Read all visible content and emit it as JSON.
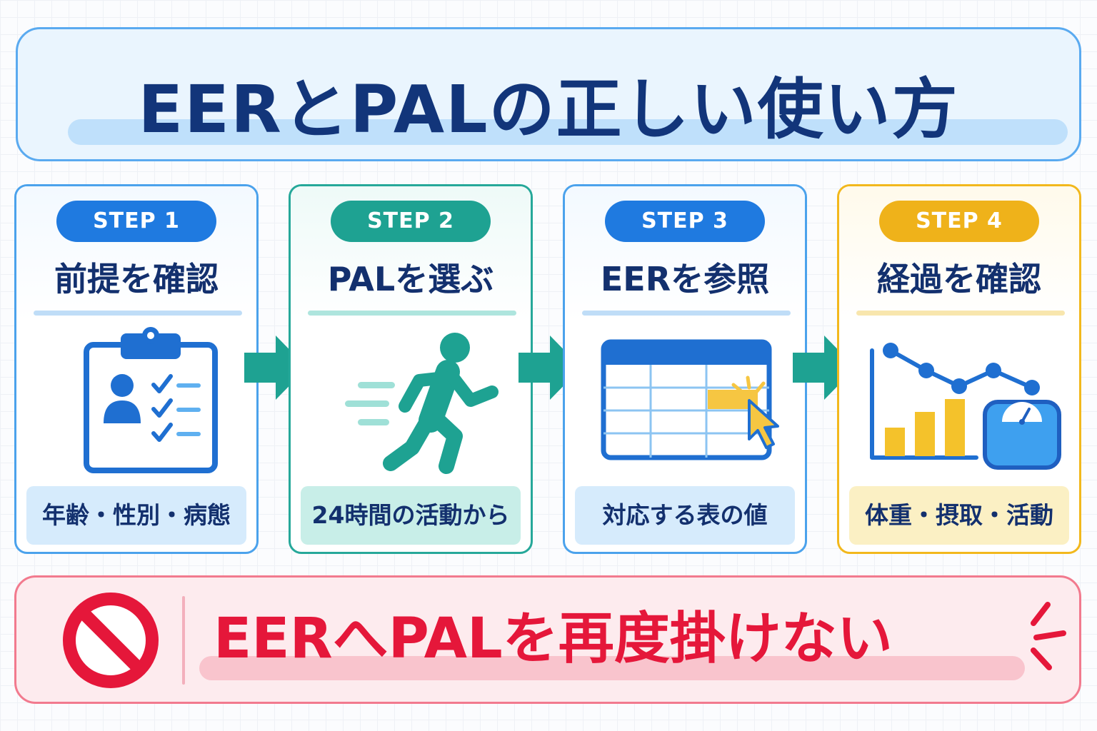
{
  "title": "EERとPALの正しい使い方",
  "steps": [
    {
      "badge": "STEP 1",
      "title": "前提を確認",
      "caption": "年齢・性別・病態",
      "icon": "clipboard-checklist-icon"
    },
    {
      "badge": "STEP 2",
      "title": "PALを選ぶ",
      "caption": "24時間の活動から",
      "icon": "running-person-icon"
    },
    {
      "badge": "STEP 3",
      "title": "EERを参照",
      "caption": "対応する表の値",
      "icon": "table-pointer-icon"
    },
    {
      "badge": "STEP 4",
      "title": "経過を確認",
      "caption": "体重・摂取・活動",
      "icon": "chart-scale-icon"
    }
  ],
  "warning": {
    "text": "EERへPALを再度掛けない",
    "icon": "prohibited-icon"
  },
  "colors": {
    "navy": "#13306e",
    "blue": "#1f7ae0",
    "teal": "#1ea292",
    "yellow": "#efb21a",
    "red": "#e5173a"
  }
}
